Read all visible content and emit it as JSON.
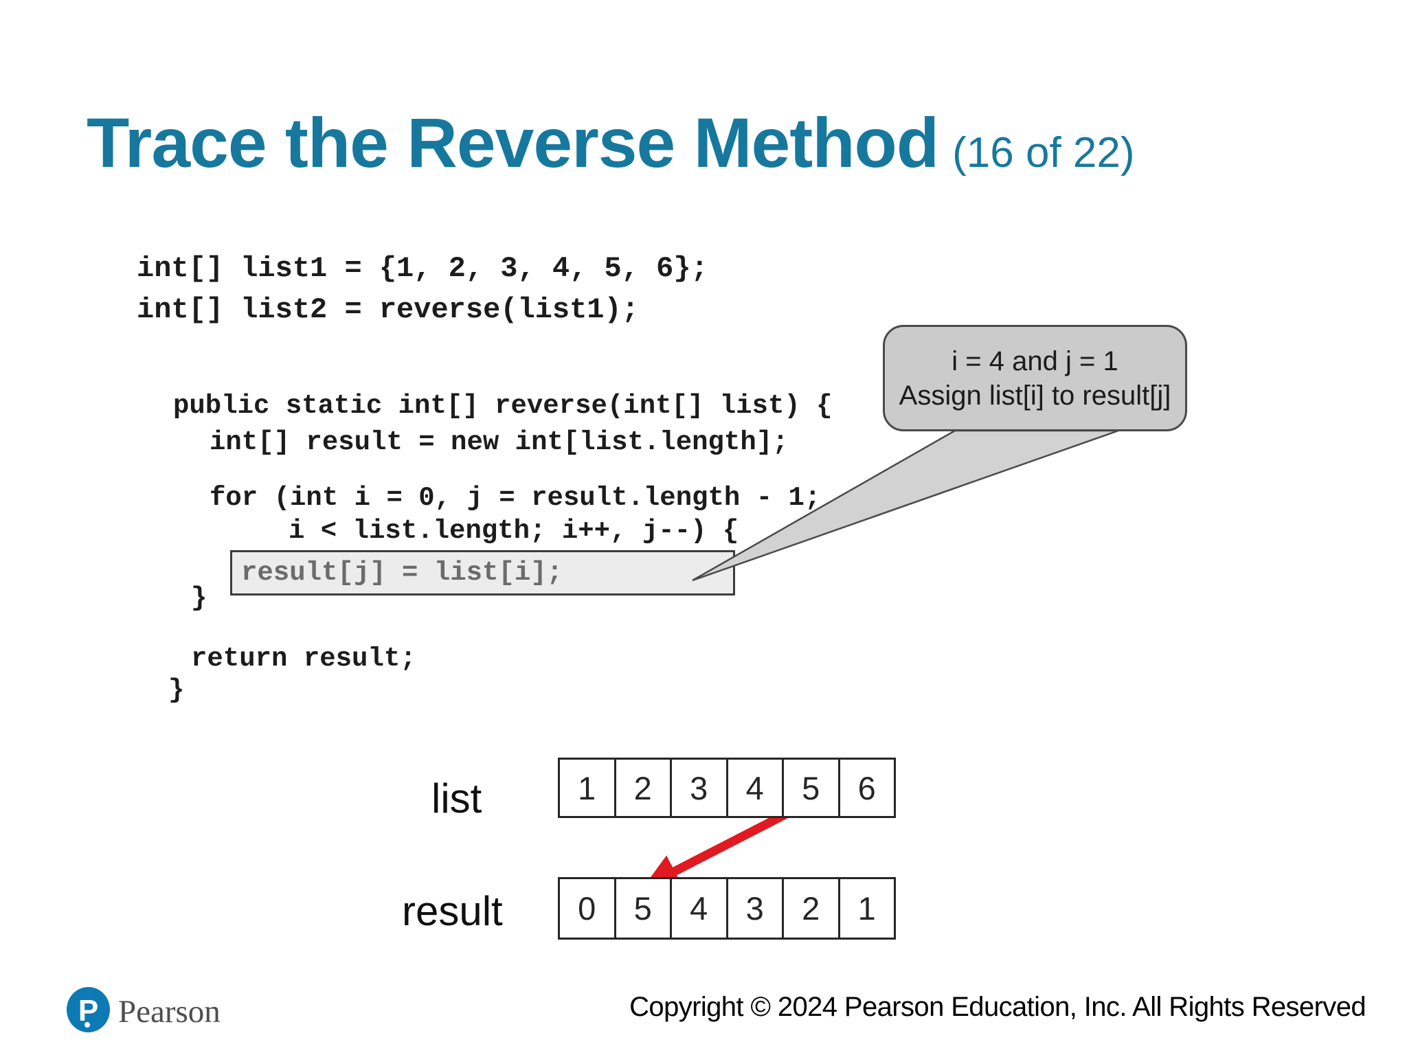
{
  "slide": {
    "title": "Trace the Reverse Method",
    "title_suffix": "(16 of 22)",
    "accent_color": "#17789E",
    "background_color": "#FFFFFF"
  },
  "code_top": {
    "line1": "int[] list1 = {1, 2, 3, 4, 5, 6};",
    "line2": "int[] list2 = reverse(list1);"
  },
  "code_method": {
    "line1": "public static int[] reverse(int[] list) {",
    "line2": "int[] result = new int[list.length];",
    "line3": "for (int i = 0, j = result.length - 1;",
    "line4": "i < list.length; i++, j--) {",
    "highlight": "result[j] = list[i];",
    "close_inner": "}",
    "return_line": "return result;",
    "close_outer": "}"
  },
  "callout": {
    "line1": "i = 4 and j = 1",
    "line2": "Assign list[i] to result[j]",
    "fill_color": "#CBCBCB",
    "border_color": "#4A4A4A"
  },
  "arrays": {
    "list": {
      "label": "list",
      "values": [
        "1",
        "2",
        "3",
        "4",
        "5",
        "6"
      ]
    },
    "result": {
      "label": "result",
      "values": [
        "0",
        "5",
        "4",
        "3",
        "2",
        "1"
      ]
    },
    "arrow_color": "#E01A20"
  },
  "footer": {
    "logo_icon": "P",
    "logo_text": "Pearson",
    "logo_color": "#0D7AB4",
    "copyright": "Copyright © 2024 Pearson Education, Inc. All Rights Reserved"
  }
}
